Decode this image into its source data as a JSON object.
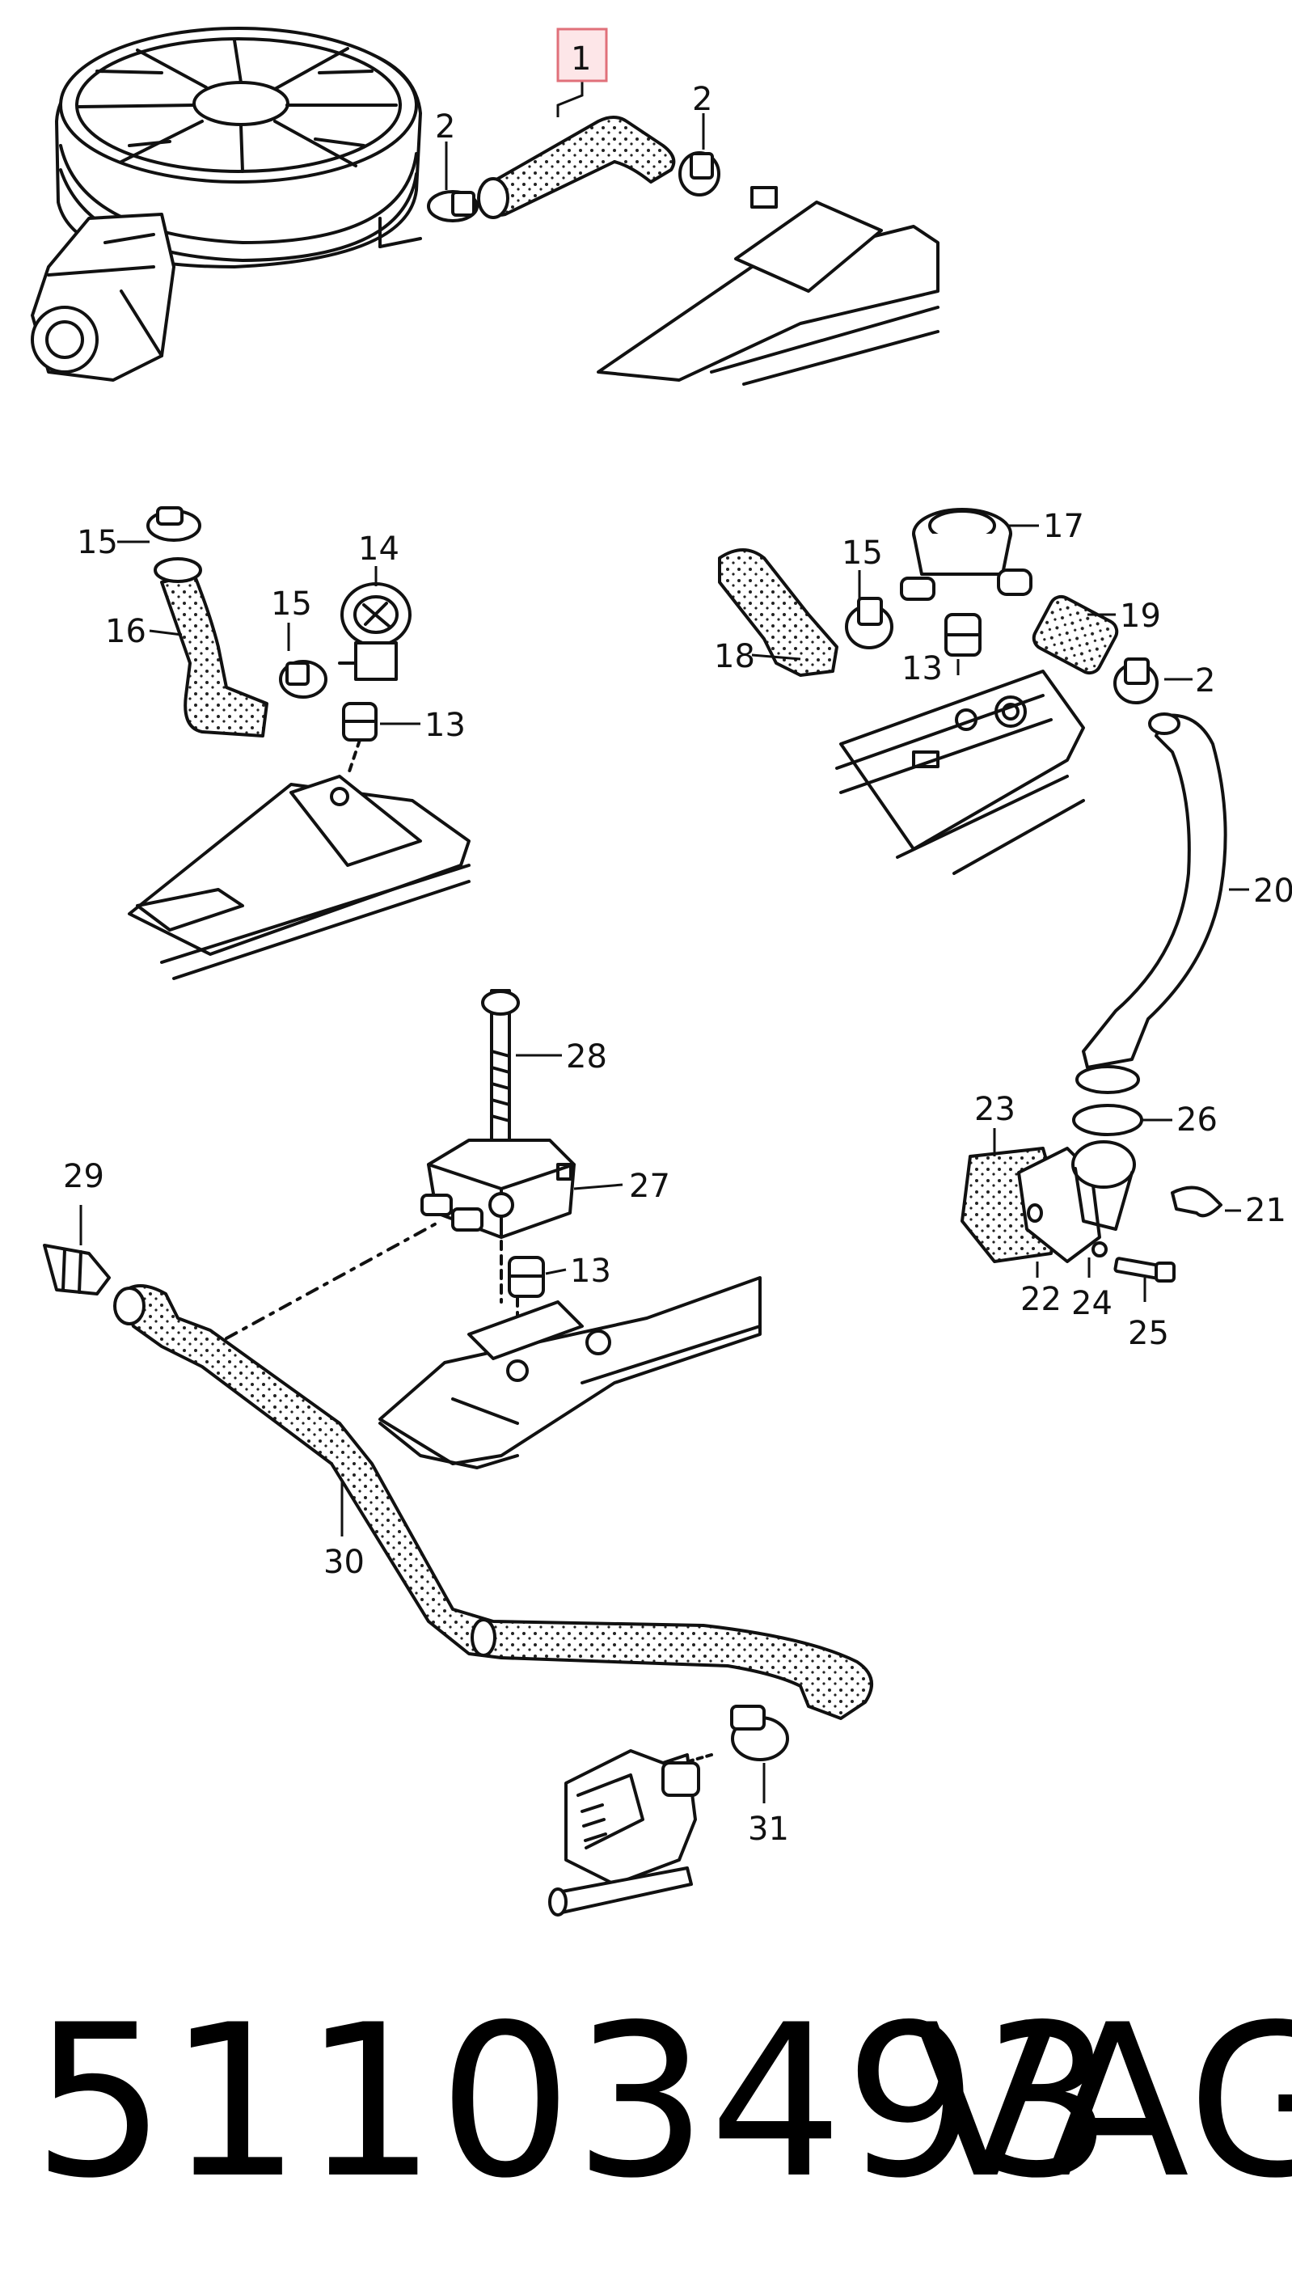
{
  "diagram": {
    "callouts": [
      {
        "id": "c1",
        "label": "1",
        "highlighted": true
      },
      {
        "id": "c2a",
        "label": "2"
      },
      {
        "id": "c2b",
        "label": "2"
      },
      {
        "id": "c15a",
        "label": "15"
      },
      {
        "id": "c16",
        "label": "16"
      },
      {
        "id": "c15b",
        "label": "15"
      },
      {
        "id": "c14",
        "label": "14"
      },
      {
        "id": "c13a",
        "label": "13"
      },
      {
        "id": "c17",
        "label": "17"
      },
      {
        "id": "c15c",
        "label": "15"
      },
      {
        "id": "c19",
        "label": "19"
      },
      {
        "id": "c18",
        "label": "18"
      },
      {
        "id": "c13b",
        "label": "13"
      },
      {
        "id": "c2c",
        "label": "2"
      },
      {
        "id": "c20",
        "label": "20"
      },
      {
        "id": "c28",
        "label": "28"
      },
      {
        "id": "c27",
        "label": "27"
      },
      {
        "id": "c29",
        "label": "29"
      },
      {
        "id": "c13c",
        "label": "13"
      },
      {
        "id": "c26",
        "label": "26"
      },
      {
        "id": "c23",
        "label": "23"
      },
      {
        "id": "c21",
        "label": "21"
      },
      {
        "id": "c22",
        "label": "22"
      },
      {
        "id": "c24",
        "label": "24"
      },
      {
        "id": "c25",
        "label": "25"
      },
      {
        "id": "c30",
        "label": "30"
      },
      {
        "id": "c31",
        "label": "31"
      }
    ],
    "highlight_color": "#e0707a"
  },
  "footer": {
    "part_number": "51103493",
    "brand": "VAG"
  }
}
